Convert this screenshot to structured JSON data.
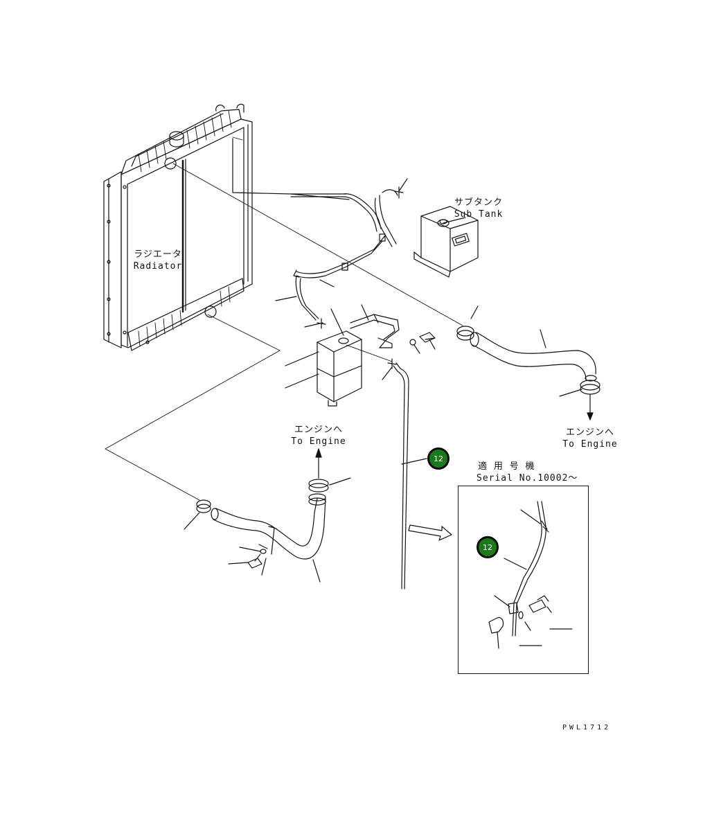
{
  "labels": {
    "radiator_jp": "ラジエータ",
    "radiator_en": "Radiator",
    "subtank_jp": "サブタンク",
    "subtank_en": "Sub Tank",
    "engine1_jp": "エンジンへ",
    "engine1_en": "To Engine",
    "engine2_jp": "エンジンへ",
    "engine2_en": "To Engine",
    "serial_jp": "適 用 号 機",
    "serial_en": "Serial No.10002～",
    "drawing_code": "PWL1712"
  },
  "badges": {
    "main": "12",
    "inset": "12"
  },
  "colors": {
    "badge_fill": "#1a7a1a",
    "line": "#111111"
  }
}
